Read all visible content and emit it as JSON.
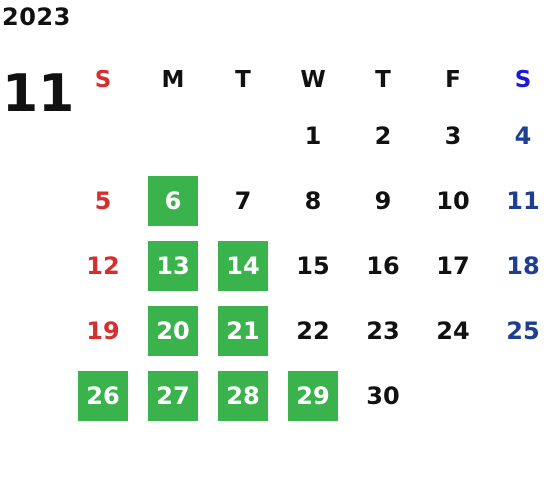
{
  "calendar": {
    "year": "2023",
    "month": "11",
    "weekdays": [
      "S",
      "M",
      "T",
      "W",
      "T",
      "F",
      "S"
    ],
    "weeks": [
      [
        "",
        "",
        "",
        "1",
        "2",
        "3",
        "4"
      ],
      [
        "5",
        "6",
        "7",
        "8",
        "9",
        "10",
        "11"
      ],
      [
        "12",
        "13",
        "14",
        "15",
        "16",
        "17",
        "18"
      ],
      [
        "19",
        "20",
        "21",
        "22",
        "23",
        "24",
        "25"
      ],
      [
        "26",
        "27",
        "28",
        "29",
        "30",
        "",
        ""
      ]
    ],
    "highlighted_days": [
      "6",
      "13",
      "14",
      "20",
      "21",
      "26",
      "27",
      "28",
      "29"
    ],
    "colors": {
      "sunday": "#d62f2f",
      "saturday": "#1e3e91",
      "saturday_header": "#1a1ad4",
      "highlight": "#3bb34c",
      "text": "#111111"
    }
  }
}
